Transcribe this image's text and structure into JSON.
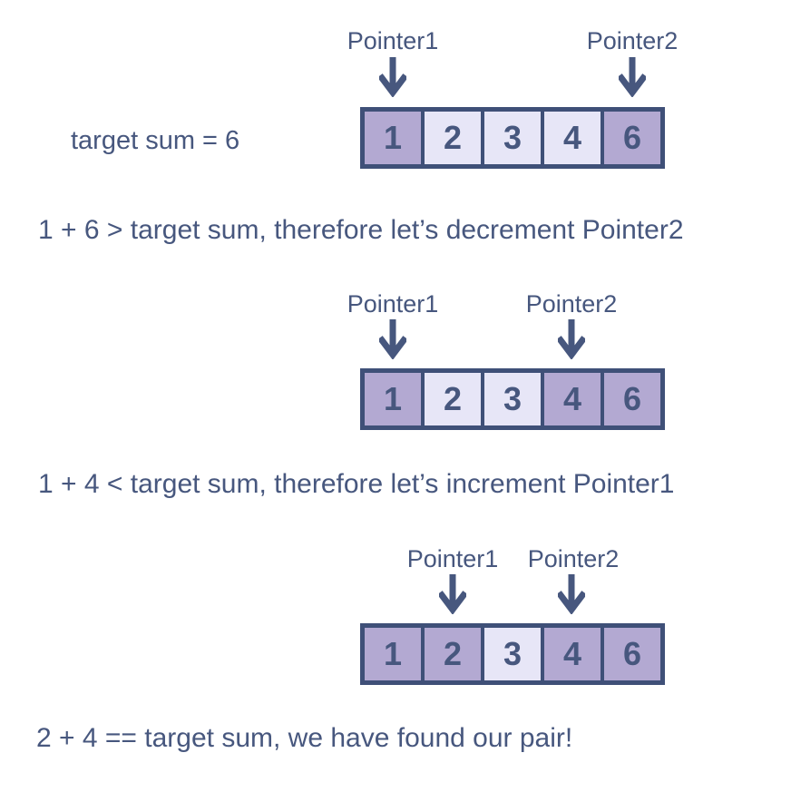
{
  "colors": {
    "ink": "#47577E",
    "border": "#3F5078",
    "cell_active": "#B3A9D2",
    "cell_inactive": "#E7E6F7",
    "background": "#FFFFFF"
  },
  "target_sum": {
    "label": "target sum = 6"
  },
  "steps": [
    {
      "pointer1_label": "Pointer1",
      "pointer2_label": "Pointer2",
      "cells": [
        {
          "value": "1",
          "active": true
        },
        {
          "value": "2",
          "active": false
        },
        {
          "value": "3",
          "active": false
        },
        {
          "value": "4",
          "active": false
        },
        {
          "value": "6",
          "active": true
        }
      ],
      "caption": "1 + 6 > target sum, therefore let’s decrement Pointer2"
    },
    {
      "pointer1_label": "Pointer1",
      "pointer2_label": "Pointer2",
      "cells": [
        {
          "value": "1",
          "active": true
        },
        {
          "value": "2",
          "active": false
        },
        {
          "value": "3",
          "active": false
        },
        {
          "value": "4",
          "active": true
        },
        {
          "value": "6",
          "active": true
        }
      ],
      "caption": "1 + 4 < target sum, therefore let’s increment Pointer1"
    },
    {
      "pointer1_label": "Pointer1",
      "pointer2_label": "Pointer2",
      "cells": [
        {
          "value": "1",
          "active": true
        },
        {
          "value": "2",
          "active": true
        },
        {
          "value": "3",
          "active": false
        },
        {
          "value": "4",
          "active": true
        },
        {
          "value": "6",
          "active": true
        }
      ],
      "caption": "2 + 4 == target sum, we have found our pair!"
    }
  ]
}
